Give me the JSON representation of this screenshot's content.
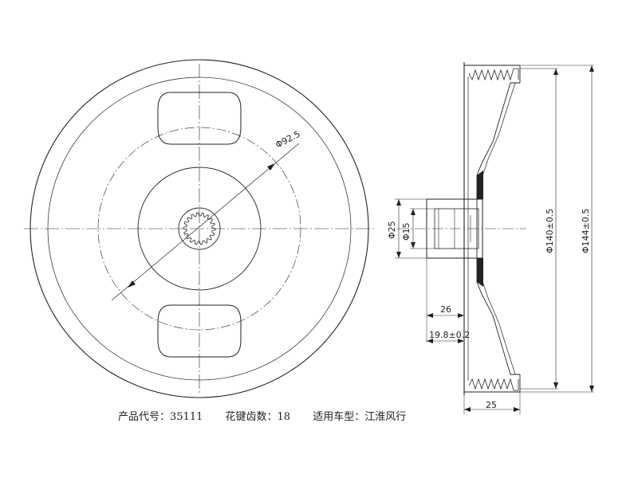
{
  "drawing": {
    "dims": {
      "d92": "Φ92.5",
      "d25": "Φ25",
      "d15": "Φ15",
      "len26": "26",
      "len19": "19.8±0.2",
      "len25": "25",
      "d140": "Φ140±0.5",
      "d144": "Φ144±0.5"
    }
  },
  "caption": {
    "product_code": "产品代号：35111",
    "spline_teeth": "花键齿数：18",
    "vehicle": "适用车型：江淮风行"
  }
}
